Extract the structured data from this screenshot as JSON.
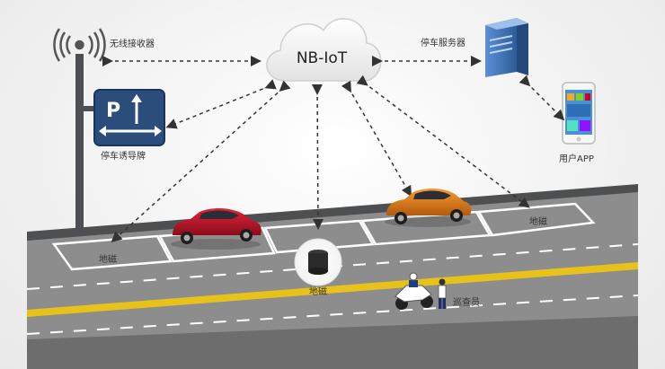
{
  "cloud": {
    "label": "NB-IoT"
  },
  "labels": {
    "wireless_receiver": "无线接收器",
    "parking_server": "停车服务器",
    "guide_sign": "停车诱导牌",
    "user_app": "用户APP",
    "geomagnetic_left": "地磁",
    "geomagnetic_center": "地磁",
    "geomagnetic_right": "地磁",
    "patrol": "巡查员"
  },
  "sign": {
    "letter": "P"
  },
  "colors": {
    "road": "#8c8c8c",
    "road_edge": "#4f5050",
    "yellow_line": "#e7c21a",
    "car_red": "#c0142a",
    "car_orange": "#d9761b",
    "sign_blue": "#2a4d7c",
    "server_blue": "#3f6fb5"
  }
}
